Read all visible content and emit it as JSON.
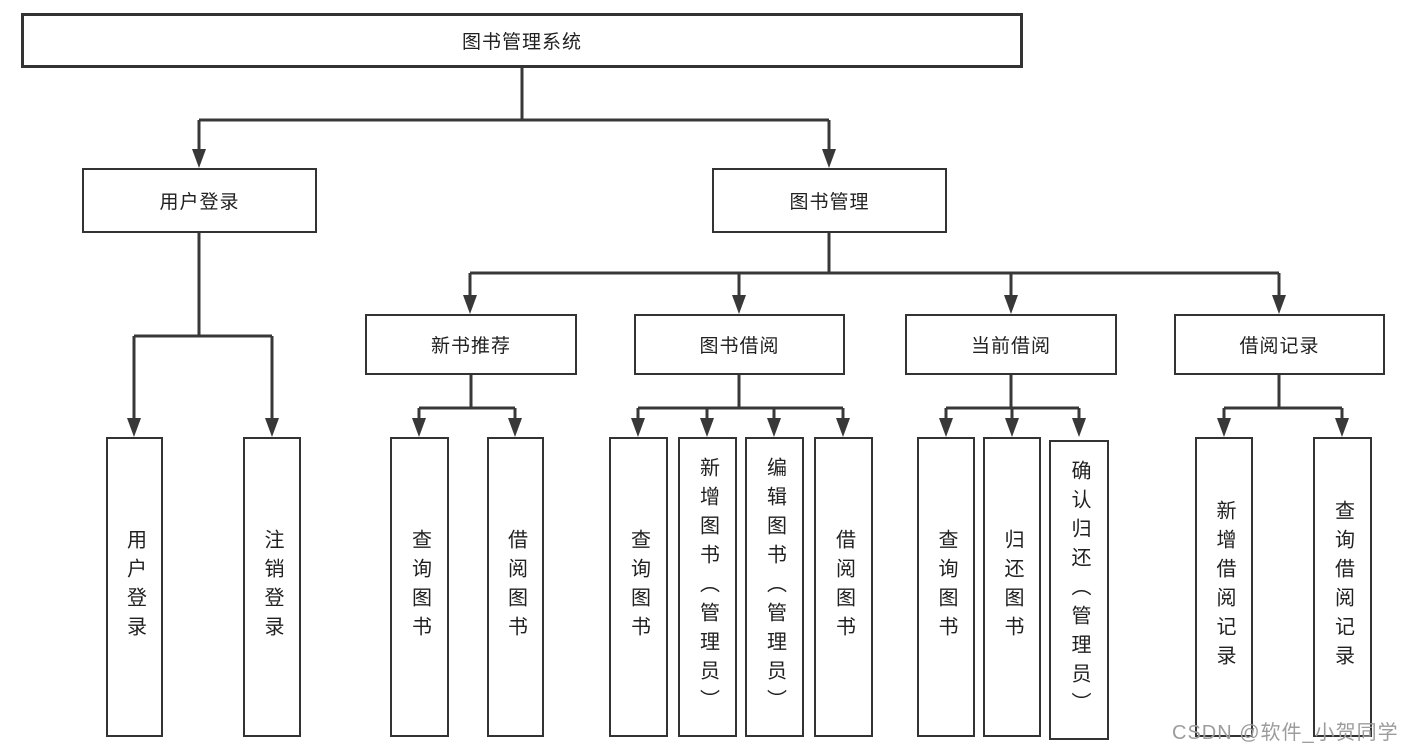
{
  "diagram": {
    "root": {
      "label": "图书管理系统"
    },
    "user_login": {
      "label": "用户登录",
      "children": [
        {
          "label": "用户登录"
        },
        {
          "label": "注销登录"
        }
      ]
    },
    "book_management": {
      "label": "图书管理",
      "sections": [
        {
          "label": "新书推荐",
          "children": [
            {
              "label": "查询图书"
            },
            {
              "label": "借阅图书"
            }
          ]
        },
        {
          "label": "图书借阅",
          "children": [
            {
              "label": "查询图书"
            },
            {
              "label": "新增图书（管理员）"
            },
            {
              "label": "编辑图书（管理员）"
            },
            {
              "label": "借阅图书"
            }
          ]
        },
        {
          "label": "当前借阅",
          "children": [
            {
              "label": "查询图书"
            },
            {
              "label": "归还图书"
            },
            {
              "label": "确认归还（管理员）"
            }
          ]
        },
        {
          "label": "借阅记录",
          "children": [
            {
              "label": "新增借阅记录"
            },
            {
              "label": "查询借阅记录"
            }
          ]
        }
      ]
    }
  },
  "watermark": {
    "text": "CSDN @软件_小贺同学"
  },
  "colors": {
    "line": "#383838",
    "box_border": "#333333",
    "text": "#212121",
    "background": "#ffffff",
    "watermark": "#9c9c9c"
  }
}
